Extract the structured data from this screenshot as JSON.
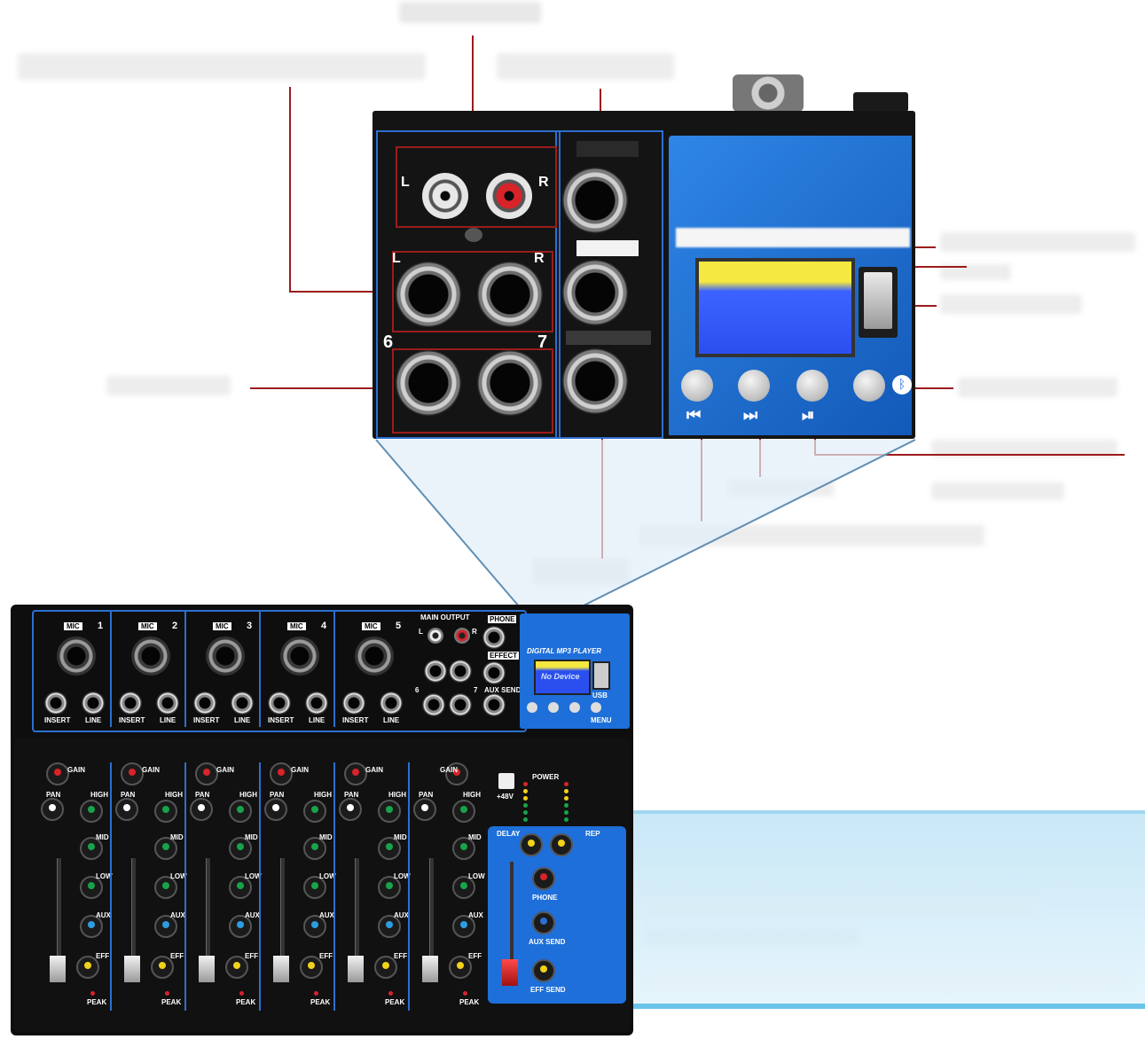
{
  "zoom_panel": {
    "left_label": "L",
    "right_label": "R",
    "jack_l": "L",
    "jack_r": "R",
    "ch6": "6",
    "ch7": "7",
    "prev_symbol": "⏮",
    "next_symbol": "⏭",
    "play_symbol": "⏯",
    "bt_symbol": "ᛒ"
  },
  "mixer": {
    "mic_label": "MIC",
    "channels": [
      "1",
      "2",
      "3",
      "4",
      "5"
    ],
    "insert_label": "INSERT",
    "line_label": "LINE",
    "main_output": "MAIN OUTPUT",
    "phone": "PHONE",
    "effect": "EFFECT",
    "aux_send": "AUX SEND",
    "out_l": "L",
    "out_r": "R",
    "out_6": "6",
    "out_7": "7",
    "mp3_title": "DIGITAL MP3 PLAYER",
    "lcd_text": "No Device",
    "usb": "USB",
    "menu": "MENU",
    "gain": "GAIN",
    "pan": "PAN",
    "high": "HIGH",
    "mid": "MID",
    "low": "LOW",
    "aux": "AUX",
    "eff": "EFF",
    "peak": "PEAK",
    "power": "POWER",
    "phantom": "+48V",
    "delay": "DELAY",
    "rep": "REP",
    "phone_knob": "PHONE",
    "aux_send_knob": "AUX SEND",
    "eff_send": "EFF SEND"
  },
  "colors": {
    "panel_blue": "#1e6fd9",
    "frame": "#141414",
    "callout_line": "#9b1c1c",
    "overlay_blue": "#bfe0f2"
  }
}
